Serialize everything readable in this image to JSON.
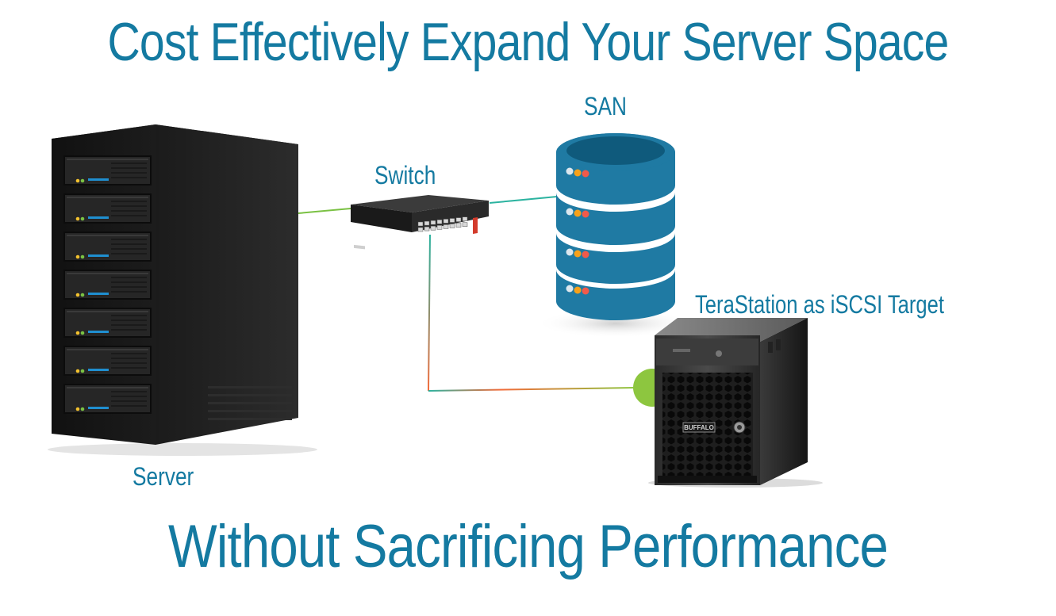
{
  "title": "Cost Effectively Expand Your Server Space",
  "subtitle": "Without Sacrificing Performance",
  "nodes": {
    "server": {
      "label": "Server",
      "icon": "server-rack-icon"
    },
    "switch": {
      "label": "Switch",
      "icon": "network-switch-icon"
    },
    "san": {
      "label": "SAN",
      "icon": "database-stack-icon"
    },
    "terastation": {
      "label": "TeraStation as iSCSI Target",
      "icon": "nas-device-icon"
    }
  },
  "colors": {
    "text": "#147aa1",
    "san_body": "#1f7aa3",
    "link_server_switch": "#7ac143",
    "link_switch_san": "#2cb3a0",
    "link_switch_terastation_start": "#2cb3a0",
    "link_switch_terastation_end": "#f26b3a",
    "port_highlight": "#8dc63f"
  }
}
